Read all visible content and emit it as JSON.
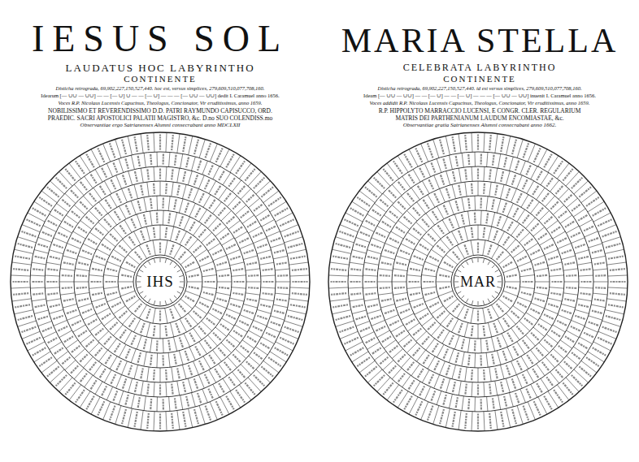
{
  "diagram": {
    "nodes": [
      {
        "text": [
          "IHS"
        ]
      },
      {
        "text": [
          "MAR"
        ]
      }
    ],
    "labels": [
      "IESUS SOL",
      "LAUDATUS HOC LABYRINTHO",
      "CONTINENTE",
      "Disticha retrograda, 69,902,227,150,527,440. hoc est, versus simplices, 279,609,510,077,708,160.",
      "Idearum [— ∪∪ — ∪∪] — — [— ∪] ∪ — — [— ∪] — — — [— ∪∪ — ∪∪] dedit I. Caramuel anno 1656.",
      "Voces R.P. Nicolaus Lucensis Capucinus, Theologus, Concionator, Vir eruditissimus, anno 1659.",
      "NOBILISSIMO ET REVERENDISSIMO D.D. PATRI RAYMUNDO CAPISUCCO, ORD.",
      "PRAEDIC. SACRI APOSTOLICI PALATII MAGISTRO, &c. D.no SUO COLENDISS.mo",
      "Observantiae ergo Satrianenses Alumni consecrabant anno MDCLXII",
      "MARIA STELLA",
      "CELEBRATA LABYRINTHO",
      "CONTINENTE",
      "Disticha retrograda, 69,902,227,150,527,440. id est versus simplices, 279,609,510,077,708,160.",
      "Ideam [— ∪∪ — ∪∪] — — [— ∪] — — [— ∪] — — — [— ∪∪ — ∪∪] inuenit I. Caramuel anno 1656.",
      "Voces addidit R.P. Nicolaus Lucensis Capucinus, Theologus, Concionator, Vir eruditissimus, anno 1659.",
      "R.P. HIPPOLYTO MARRACCIO LUCENSI, E CONGR. CLER. REGULARIUM",
      "MATRIS DEI PARTHENIANUM LAUDUM ENCOMIASTAE, &c.",
      "Observantiae gratia Satrianenses Alumni consecrabant anno 1662."
    ]
  }
}
